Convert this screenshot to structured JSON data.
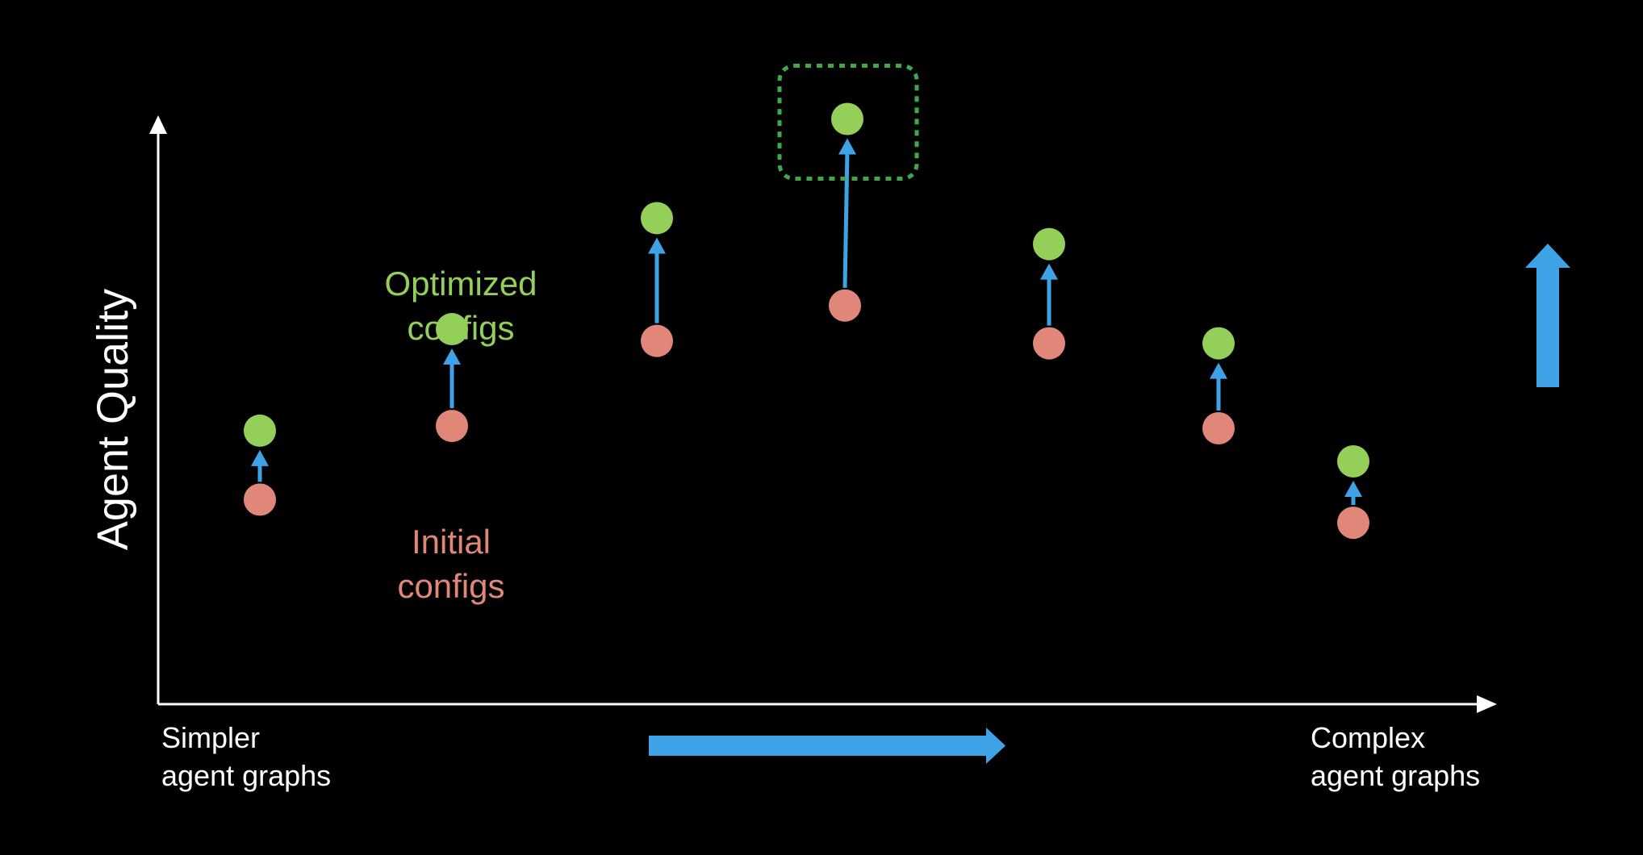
{
  "diagram": {
    "y_axis_label": "Agent Quality",
    "x_axis_left_label": [
      "Simpler",
      "agent graphs"
    ],
    "x_axis_right_label": [
      "Complex",
      "agent graphs"
    ],
    "optimized_label": [
      "Optimized",
      "configs"
    ],
    "initial_label": [
      "Initial",
      "configs"
    ],
    "colors": {
      "background": "#000000",
      "axis": "#ffffff",
      "initial": "#e0877a",
      "optimized": "#94cf59",
      "arrow": "#3ea3e6",
      "highlight": "#3fa84a",
      "text": "#ffffff"
    },
    "highlighted_index": 3,
    "points": [
      {
        "complexity": 1,
        "initial": 19.4,
        "optimized": 34.0
      },
      {
        "complexity": 2,
        "initial": 35.0,
        "optimized": 55.5
      },
      {
        "complexity": 3,
        "initial": 53.0,
        "optimized": 79.0
      },
      {
        "complexity": 4,
        "initial": 60.5,
        "optimized": 100.0
      },
      {
        "complexity": 5,
        "initial": 52.5,
        "optimized": 73.5
      },
      {
        "complexity": 6,
        "initial": 34.5,
        "optimized": 52.5
      },
      {
        "complexity": 7,
        "initial": 14.5,
        "optimized": 27.5
      }
    ]
  }
}
